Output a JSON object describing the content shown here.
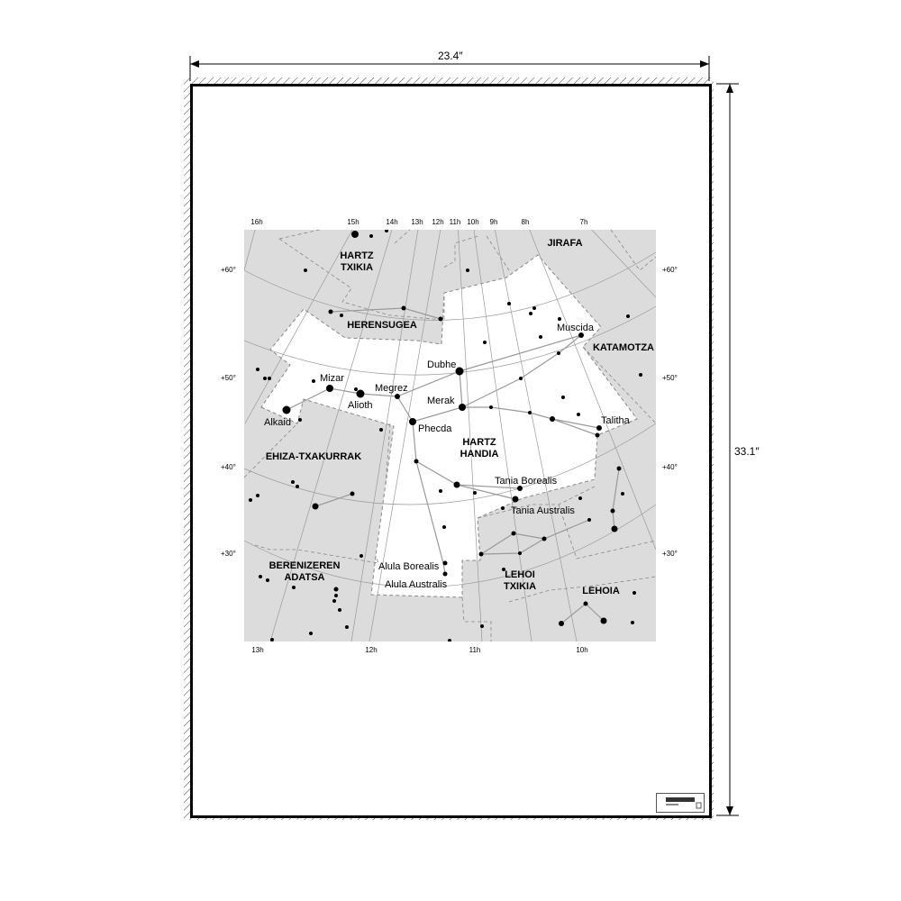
{
  "poster": {
    "width_label": "23.4″",
    "height_label": "33.1″"
  },
  "chart": {
    "ra_ticks_top": [
      "16h",
      "15h",
      "14h",
      "13h",
      "12h",
      "11h",
      "10h",
      "9h",
      "8h",
      "7h"
    ],
    "ra_ticks_bottom": [
      "13h",
      "12h",
      "11h",
      "10h"
    ],
    "dec_ticks": [
      "+60°",
      "+50°",
      "+40°",
      "+30°"
    ],
    "constellations": [
      "HARTZ TXIKIA",
      "JIRAFA",
      "HERENSUGEA",
      "KATAMOTZA",
      "HARTZ HANDIA",
      "EHIZA-TXAKURRAK",
      "BERENIZEREN ADATSA",
      "LEHOI TXIKIA",
      "LEHOIA"
    ],
    "stars": [
      "Dubhe",
      "Merak",
      "Phecda",
      "Megrez",
      "Alioth",
      "Mizar",
      "Alkaid",
      "Muscida",
      "Talitha",
      "Tania Borealis",
      "Tania Australis",
      "Alula Borealis",
      "Alula Australis"
    ]
  },
  "colors": {
    "background": "#dcdcdc",
    "highlight": "#ffffff",
    "lines": "#888888"
  }
}
